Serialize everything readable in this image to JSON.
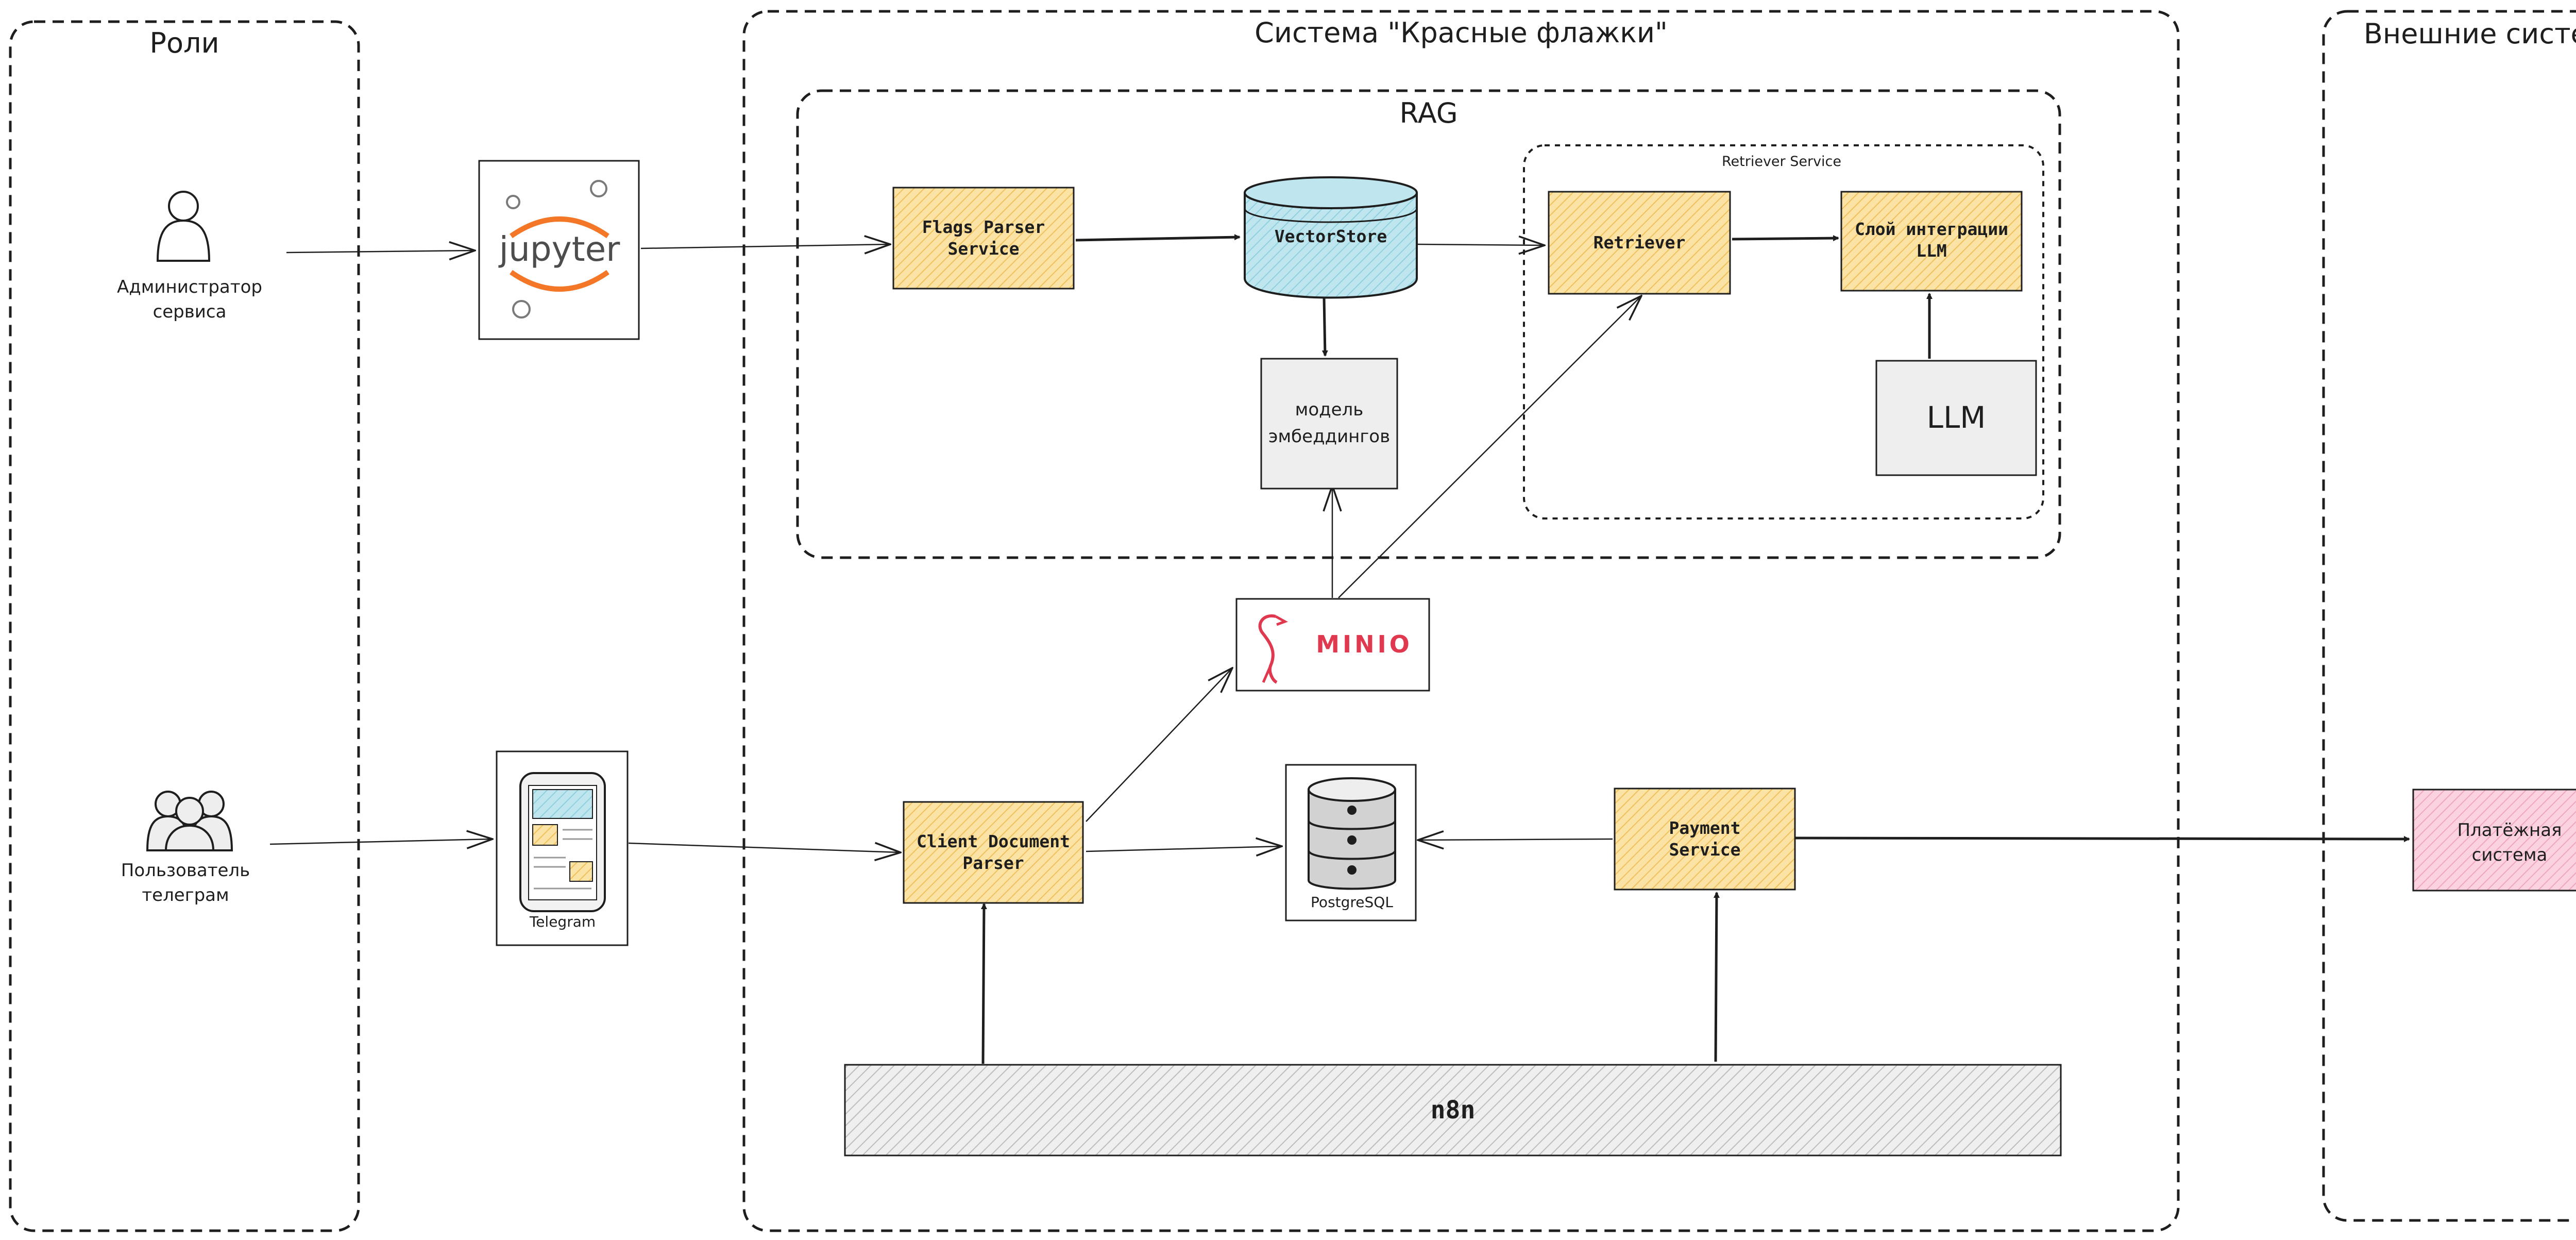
{
  "frames": {
    "roles": "Роли",
    "system": "Система \"Красные флажки\"",
    "rag": "RAG",
    "retriever_service": "Retriever Service",
    "external": "Внешние системы"
  },
  "actors": {
    "admin_line1": "Администратор",
    "admin_line2": "сервиса",
    "user_line1": "Пользователь",
    "user_line2": "телеграм"
  },
  "tools": {
    "jupyter": "jupyter",
    "telegram": "Telegram",
    "minio": "MINIO",
    "postgres": "PostgreSQL"
  },
  "services": {
    "flags_parser_l1": "Flags Parser",
    "flags_parser_l2": "Service",
    "vectorstore": "VectorStore",
    "embedding_l1": "модель",
    "embedding_l2": "эмбеддингов",
    "retriever": "Retriever",
    "llm_layer_l1": "Слой интеграции",
    "llm_layer_l2": "LLM",
    "llm": "LLM",
    "client_doc_l1": "Client Document",
    "client_doc_l2": "Parser",
    "payment_l1": "Payment",
    "payment_l2": "Service",
    "n8n": "n8n",
    "pay_system_l1": "Платёжная",
    "pay_system_l2": "система"
  },
  "colors": {
    "service_fill": "#fbe3a6",
    "service_hatch": "#f0c05a",
    "vectorstore_fill": "#bfe6ee",
    "payment_system_fill": "#fbd3e0",
    "n8n_fill": "#d0d0d0",
    "minio_brand": "#e0384f",
    "jupyter_orange": "#f37726"
  }
}
